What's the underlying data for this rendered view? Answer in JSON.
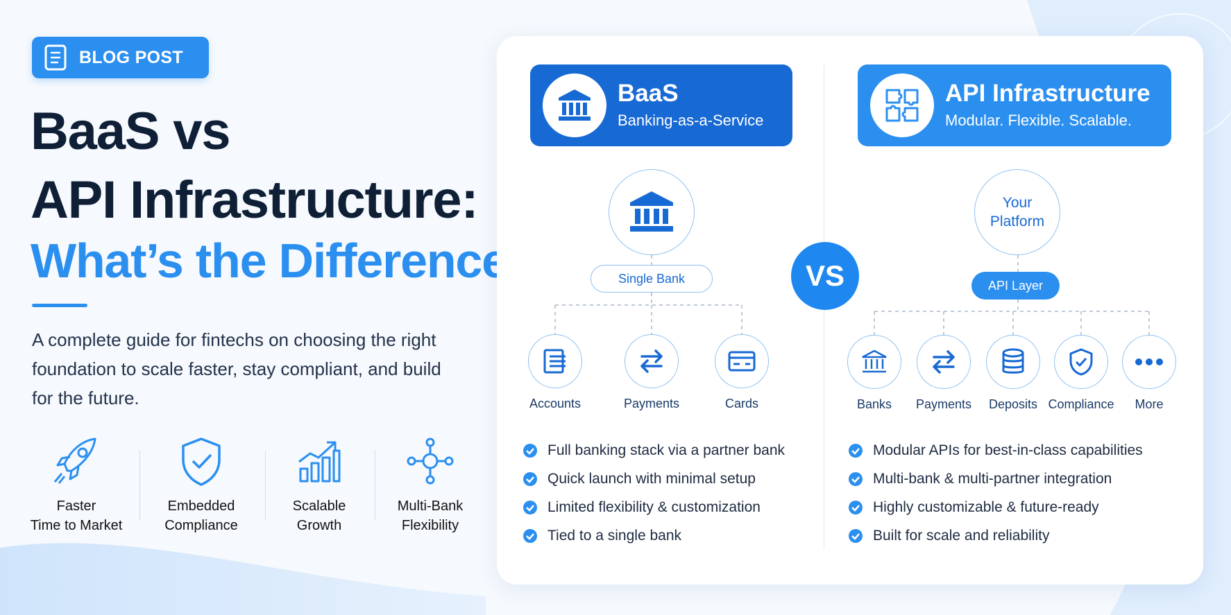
{
  "badge": {
    "label": "BLOG POST",
    "icon": "document-icon"
  },
  "title": {
    "line1": "BaaS vs",
    "line2": "API Infrastructure:",
    "line3": "What’s the Difference?"
  },
  "intro": "A complete guide for fintechs on choosing the right foundation to scale faster, stay compliant, and build for the future.",
  "features": [
    {
      "line1": "Faster",
      "line2": "Time to Market",
      "icon": "rocket-icon"
    },
    {
      "line1": "Embedded",
      "line2": "Compliance",
      "icon": "shield-check-icon"
    },
    {
      "line1": "Scalable",
      "line2": "Growth",
      "icon": "growth-chart-icon"
    },
    {
      "line1": "Multi-Bank",
      "line2": "Flexibility",
      "icon": "network-icon"
    }
  ],
  "baas": {
    "title": "BaaS",
    "subtitle": "Banking-as-a-Service",
    "center": "Single Bank",
    "nodes": [
      "Accounts",
      "Payments",
      "Cards"
    ],
    "checks": [
      "Full banking stack via a partner bank",
      "Quick launch with minimal setup",
      "Limited flexibility & customization",
      "Tied to a single bank"
    ]
  },
  "vs": "VS",
  "api": {
    "title": "API Infrastructure",
    "subtitle": "Modular. Flexible. Scalable.",
    "platform_line1": "Your",
    "platform_line2": "Platform",
    "layer": "API Layer",
    "nodes": [
      "Banks",
      "Payments",
      "Deposits",
      "Compliance",
      "More"
    ],
    "checks": [
      "Modular APIs for best-in-class capabilities",
      "Multi-bank & multi-partner integration",
      "Highly customizable & future-ready",
      "Built for scale and reliability"
    ]
  },
  "colors": {
    "primary": "#2b8ff0",
    "dark_blue": "#1769d4",
    "navy": "#0f1f36"
  }
}
